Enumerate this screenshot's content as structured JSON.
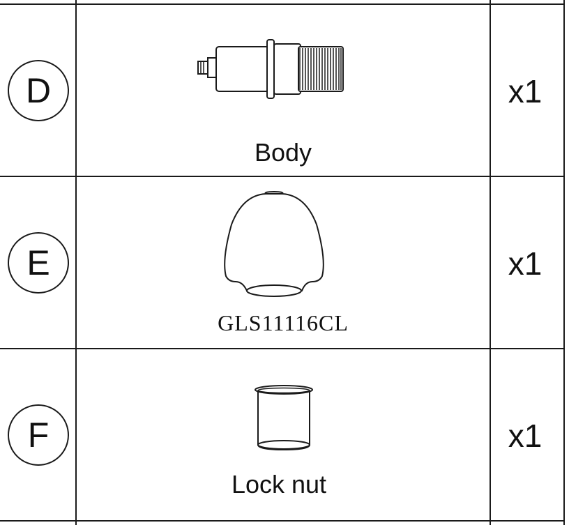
{
  "rows": [
    {
      "id": "D",
      "name": "Body",
      "qty": "x1",
      "icon": "valve-body-icon"
    },
    {
      "id": "E",
      "name": "GLS11116CL",
      "qty": "x1",
      "icon": "glass-shade-icon"
    },
    {
      "id": "F",
      "name": "Lock nut",
      "qty": "x1",
      "icon": "lock-nut-icon"
    }
  ]
}
